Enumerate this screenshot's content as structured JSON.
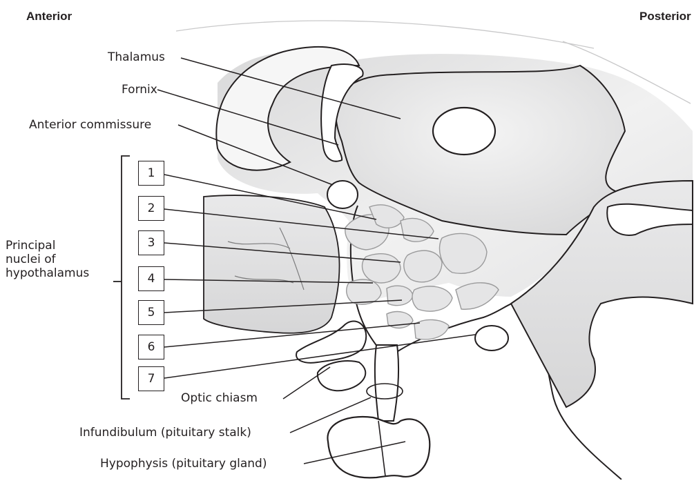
{
  "orientation": {
    "left": "Anterior",
    "right": "Posterior"
  },
  "labels": {
    "thalamus": "Thalamus",
    "fornix": "Fornix",
    "anterior_commissure": "Anterior commissure",
    "optic_chiasm": "Optic chiasm",
    "infundibulum": "Infundibulum (pituitary stalk)",
    "hypophysis": "Hypophysis (pituitary gland)"
  },
  "group_label": {
    "line1": "Principal",
    "line2": "nuclei of",
    "line3": "hypothalamus"
  },
  "numbered_boxes": [
    "1",
    "2",
    "3",
    "4",
    "5",
    "6",
    "7"
  ],
  "colors": {
    "line": "#231f20",
    "shade": "#e6e6e7",
    "structure_fill": "#ffffff"
  }
}
